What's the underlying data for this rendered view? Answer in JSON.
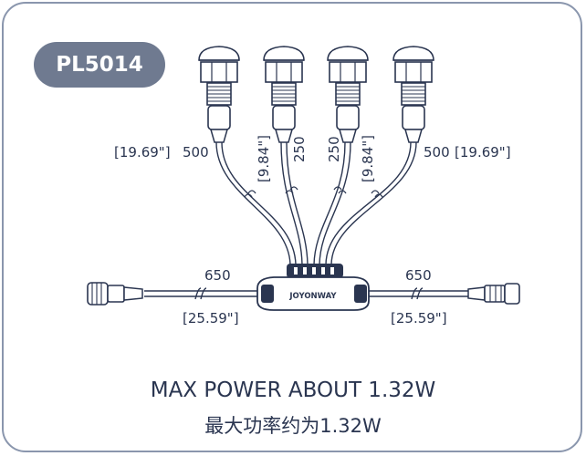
{
  "badge": {
    "model": "PL5014"
  },
  "dimensions": {
    "outer_left_mm": "500",
    "outer_left_in": "[19.69\"]",
    "inner_left_in": "[9.84\"]",
    "inner_left_mm": "250",
    "inner_right_mm": "250",
    "inner_right_in": "[9.84\"]",
    "outer_right_mm": "500",
    "outer_right_in": "[19.69\"]",
    "trunk_left_mm": "650",
    "trunk_left_in": "[25.59\"]",
    "trunk_right_mm": "650",
    "trunk_right_in": "[25.59\"]"
  },
  "hub": {
    "brand": "JOYONWAY"
  },
  "footer": {
    "power_en": "MAX POWER ABOUT 1.32W",
    "power_cn": "最大功率约为1.32W"
  },
  "colors": {
    "line": "#2a3550",
    "badge": "#6f7a90",
    "frame": "#8a96ad"
  }
}
